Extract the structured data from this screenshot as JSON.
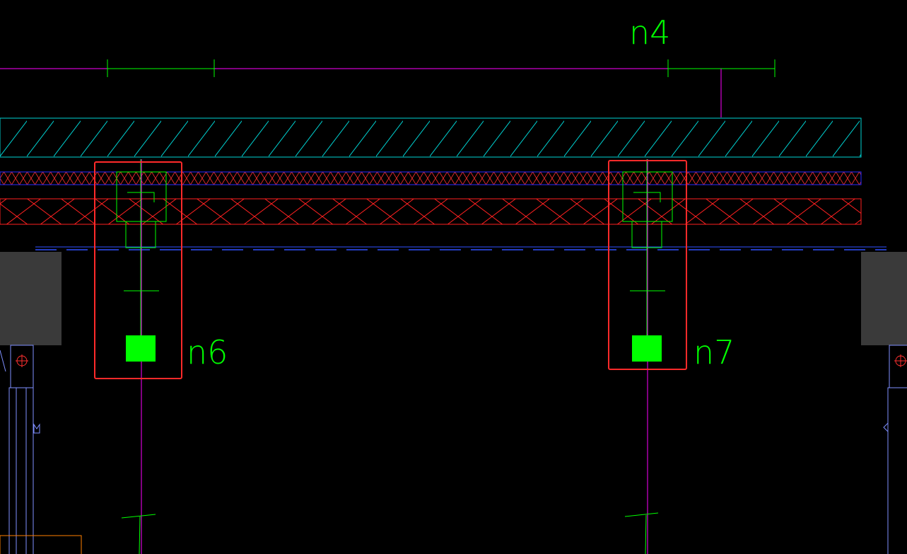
{
  "drawing": {
    "background": "#000000",
    "labels": {
      "top_tag": "n4",
      "left_tag": "n6",
      "right_tag": "n7"
    },
    "colors": {
      "dimension": "#00ff00",
      "axis": "#ff00ff",
      "cyan_hatch": "#00d5d5",
      "blue_band": "#0000ff",
      "red_band": "#ff0000",
      "highlight": "#ff2a2a",
      "green_fill": "#00ff00",
      "steel_blue": "#7f8fff",
      "grey_block": "#3a3a3a",
      "orange": "#ff7f00"
    }
  }
}
